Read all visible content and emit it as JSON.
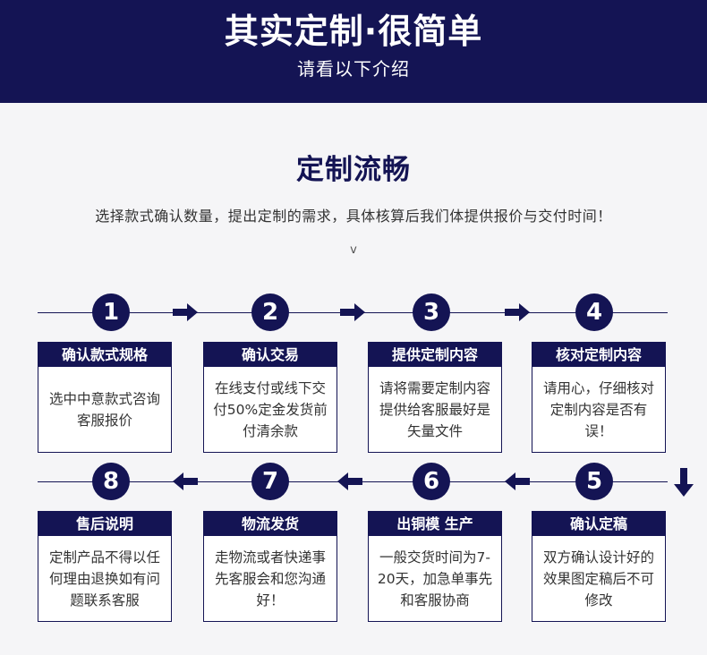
{
  "header": {
    "title": "其实定制·很简单",
    "subtitle": "请看以下介绍"
  },
  "section": {
    "title": "定制流畅",
    "description": "选择款式确认数量，提出定制的需求，具体核算后我们体提供报价与交付时间！",
    "chevron": "v"
  },
  "colors": {
    "navy": "#141454",
    "background": "#f5f5f7",
    "text": "#333333"
  },
  "steps": [
    {
      "number": "1",
      "title": "确认款式规格",
      "text": "选中中意款式咨询客服报价"
    },
    {
      "number": "2",
      "title": "确认交易",
      "text": "在线支付或线下交付50%定金发货前付清余款"
    },
    {
      "number": "3",
      "title": "提供定制内容",
      "text": "请将需要定制内容提供给客服最好是矢量文件"
    },
    {
      "number": "4",
      "title": "核对定制内容",
      "text": "请用心，仔细核对定制内容是否有误！"
    },
    {
      "number": "5",
      "title": "确认定稿",
      "text": "双方确认设计好的效果图定稿后不可修改"
    },
    {
      "number": "6",
      "title": "出铜模 生产",
      "text": "一般交货时间为7-20天，加急单事先和客服协商"
    },
    {
      "number": "7",
      "title": "物流发货",
      "text": "走物流或者快递事先客服会和您沟通好！"
    },
    {
      "number": "8",
      "title": "售后说明",
      "text": "定制产品不得以任何理由退换如有问题联系客服"
    }
  ],
  "arrows": {
    "row1": [
      "right-arrow-icon",
      "right-arrow-icon",
      "right-arrow-icon"
    ],
    "row2": [
      "left-arrow-icon",
      "left-arrow-icon",
      "left-arrow-icon"
    ],
    "turn": "down-arrow-icon"
  }
}
